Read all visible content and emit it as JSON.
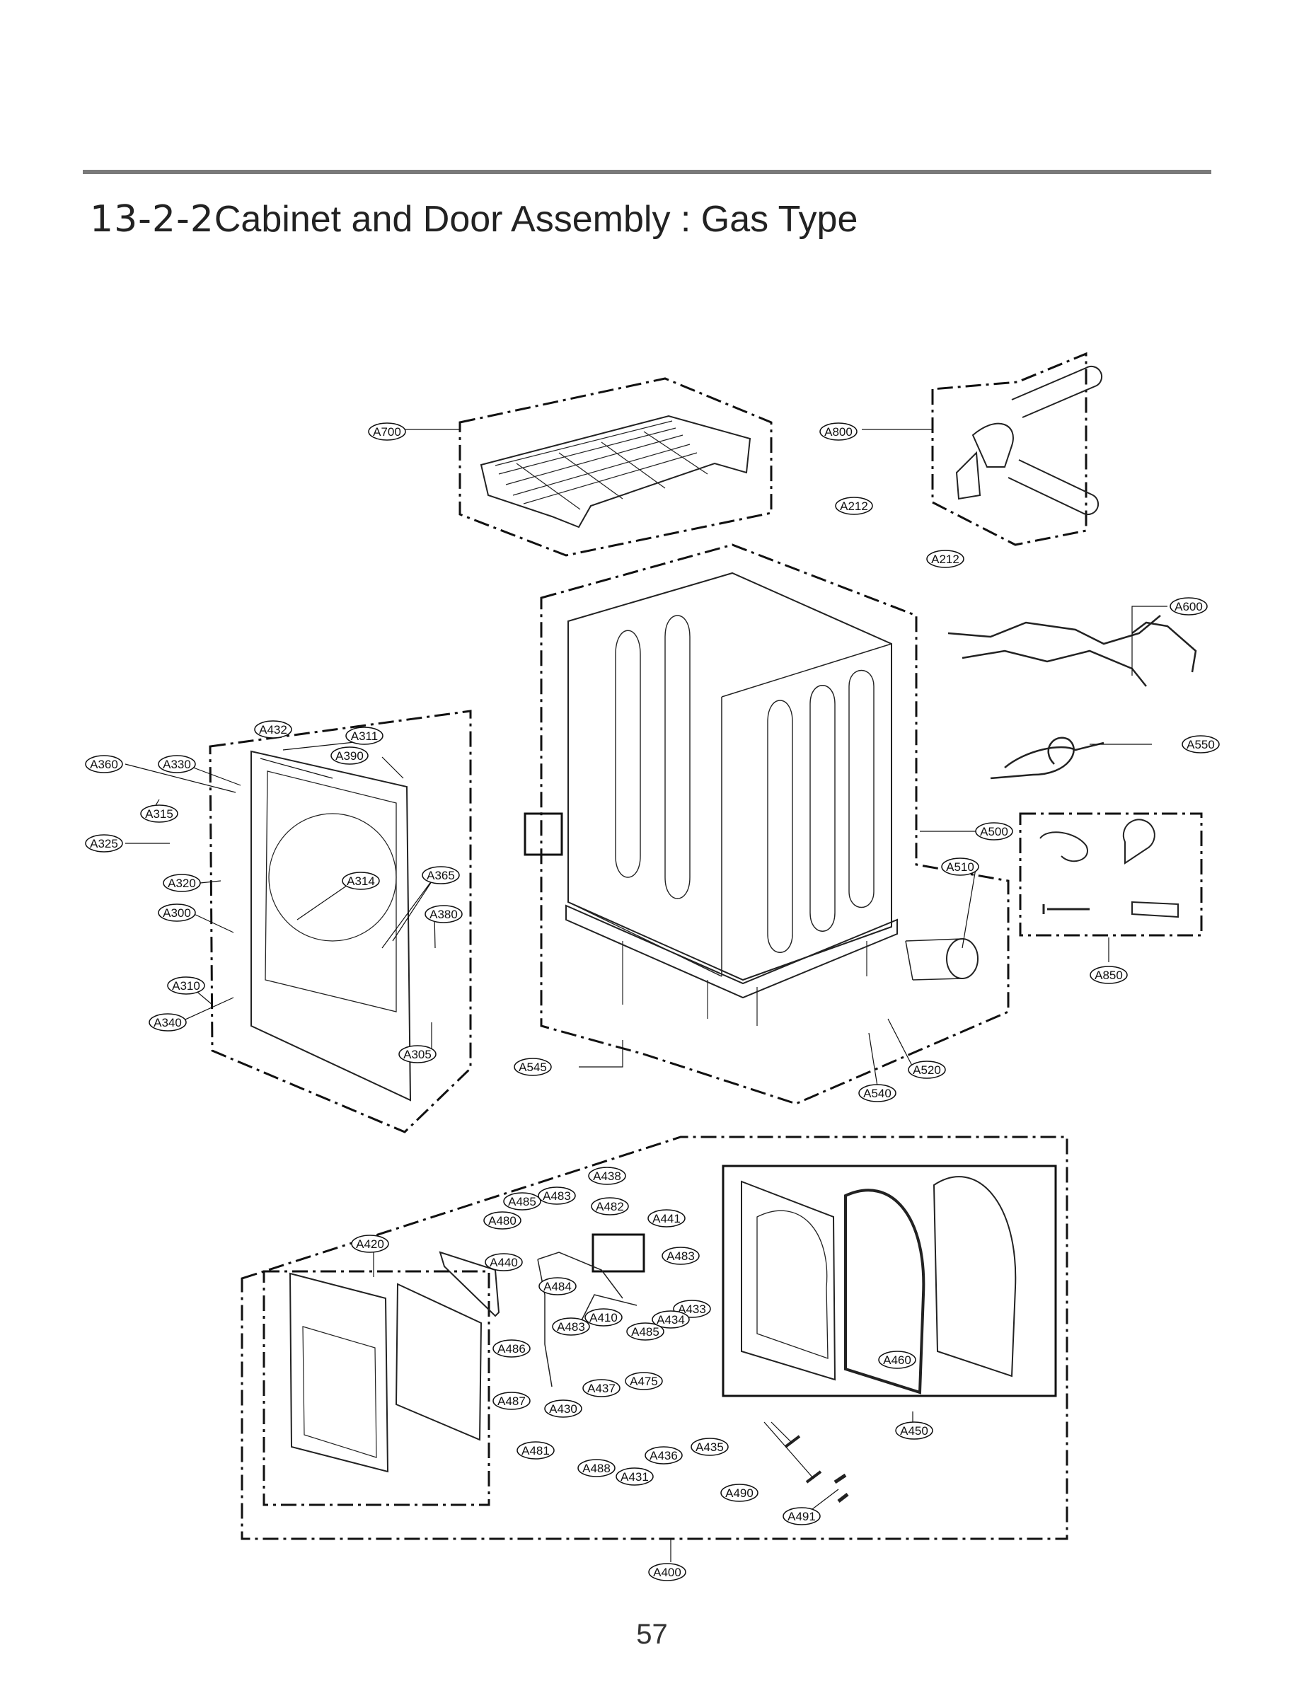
{
  "page": {
    "section_number": "13-2-2",
    "section_title": "Cabinet and Door Assembly : Gas Type",
    "page_number": "57"
  },
  "labels": [
    {
      "id": "A700",
      "text": "A700"
    },
    {
      "id": "A800",
      "text": "A800"
    },
    {
      "id": "A212a",
      "text": "A212"
    },
    {
      "id": "A212b",
      "text": "A212"
    },
    {
      "id": "A600",
      "text": "A600"
    },
    {
      "id": "A550",
      "text": "A550"
    },
    {
      "id": "A500",
      "text": "A500"
    },
    {
      "id": "A510",
      "text": "A510"
    },
    {
      "id": "A850",
      "text": "A850"
    },
    {
      "id": "A545",
      "text": "A545"
    },
    {
      "id": "A520",
      "text": "A520"
    },
    {
      "id": "A540",
      "text": "A540"
    },
    {
      "id": "A432",
      "text": "A432"
    },
    {
      "id": "A311",
      "text": "A311"
    },
    {
      "id": "A390",
      "text": "A390"
    },
    {
      "id": "A360",
      "text": "A360"
    },
    {
      "id": "A330",
      "text": "A330"
    },
    {
      "id": "A315",
      "text": "A315"
    },
    {
      "id": "A325",
      "text": "A325"
    },
    {
      "id": "A320",
      "text": "A320"
    },
    {
      "id": "A314",
      "text": "A314"
    },
    {
      "id": "A365",
      "text": "A365"
    },
    {
      "id": "A300",
      "text": "A300"
    },
    {
      "id": "A380",
      "text": "A380"
    },
    {
      "id": "A310",
      "text": "A310"
    },
    {
      "id": "A340",
      "text": "A340"
    },
    {
      "id": "A305",
      "text": "A305"
    },
    {
      "id": "A438",
      "text": "A438"
    },
    {
      "id": "A485a",
      "text": "A485"
    },
    {
      "id": "A483a",
      "text": "A483"
    },
    {
      "id": "A482",
      "text": "A482"
    },
    {
      "id": "A480",
      "text": "A480"
    },
    {
      "id": "A441",
      "text": "A441"
    },
    {
      "id": "A420",
      "text": "A420"
    },
    {
      "id": "A440",
      "text": "A440"
    },
    {
      "id": "A483b",
      "text": "A483"
    },
    {
      "id": "A484",
      "text": "A484"
    },
    {
      "id": "A433",
      "text": "A433"
    },
    {
      "id": "A410",
      "text": "A410"
    },
    {
      "id": "A434",
      "text": "A434"
    },
    {
      "id": "A483c",
      "text": "A483"
    },
    {
      "id": "A485b",
      "text": "A485"
    },
    {
      "id": "A486",
      "text": "A486"
    },
    {
      "id": "A460",
      "text": "A460"
    },
    {
      "id": "A475",
      "text": "A475"
    },
    {
      "id": "A437",
      "text": "A437"
    },
    {
      "id": "A487",
      "text": "A487"
    },
    {
      "id": "A430",
      "text": "A430"
    },
    {
      "id": "A450",
      "text": "A450"
    },
    {
      "id": "A435",
      "text": "A435"
    },
    {
      "id": "A481",
      "text": "A481"
    },
    {
      "id": "A436",
      "text": "A436"
    },
    {
      "id": "A488",
      "text": "A488"
    },
    {
      "id": "A431",
      "text": "A431"
    },
    {
      "id": "A490",
      "text": "A490"
    },
    {
      "id": "A491",
      "text": "A491"
    },
    {
      "id": "A400",
      "text": "A400"
    }
  ]
}
